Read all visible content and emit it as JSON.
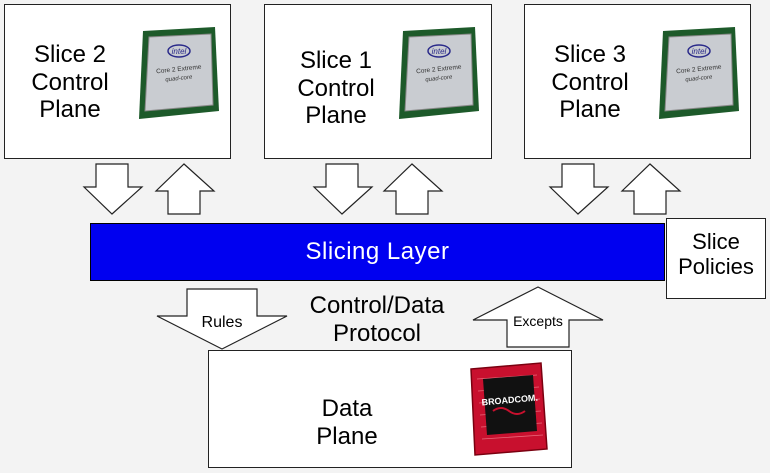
{
  "slices": [
    {
      "title": "Slice 2 Control Plane",
      "lines": [
        "Slice 2",
        "Control",
        "Plane"
      ]
    },
    {
      "title": "Slice 1 Control Plane",
      "lines": [
        "Slice 1",
        "Control",
        "Plane"
      ]
    },
    {
      "title": "Slice 3 Control Plane",
      "lines": [
        "Slice 3",
        "Control",
        "Plane"
      ]
    }
  ],
  "chip": {
    "brand": "intel",
    "line1": "Core 2 Extreme",
    "line2": "quad-core"
  },
  "slicing_layer": {
    "label": "Slicing Layer"
  },
  "policies": {
    "lines": [
      "Slice",
      "Policies"
    ]
  },
  "protocol": {
    "lines": [
      "Control/Data",
      "Protocol"
    ]
  },
  "rules_label": "Rules",
  "excepts_label": "Excepts",
  "data_plane": {
    "lines": [
      "Data",
      "Plane"
    ]
  },
  "broadcom_chip": {
    "brand": "BROADCOM."
  },
  "colors": {
    "slicing": "#0000f0",
    "background": "#f3f3f3",
    "chip_red": "#c8102e"
  }
}
